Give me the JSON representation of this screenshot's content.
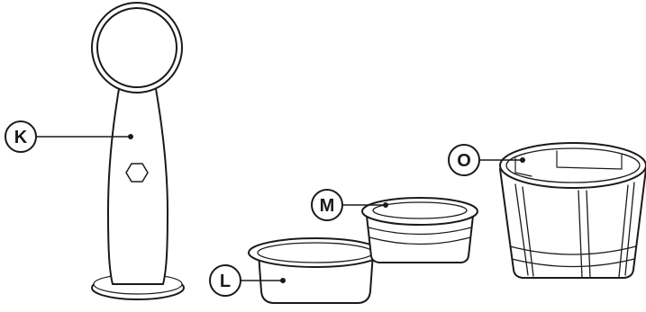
{
  "callouts": {
    "k": "K",
    "l": "L",
    "m": "M",
    "o": "O"
  },
  "colors": {
    "stroke": "#1a1a1a",
    "fill": "#ffffff"
  }
}
